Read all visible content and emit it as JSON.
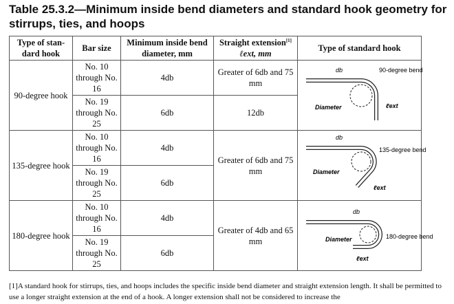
{
  "title": "Table 25.3.2—Minimum inside bend diameters and standard hook geometry for stirrups, ties, and hoops",
  "headers": {
    "col1": "Type of stan-dard hook",
    "col2": "Bar size",
    "col3": "Minimum inside bend diameter, mm",
    "col4_line1": "Straight extension",
    "col4_note": "[1]",
    "col4_line2": "ℓext, mm",
    "col5": "Type of standard hook"
  },
  "rows": [
    {
      "hook_type": "90-degree hook",
      "sub": [
        {
          "bar_size": "No. 10 through No. 16",
          "min_diameter": "4db",
          "extension": "Greater of 6db and 75 mm"
        },
        {
          "bar_size": "No. 19 through No. 25",
          "min_diameter": "6db",
          "extension": "12db"
        }
      ],
      "figure": {
        "db_label": "db",
        "angle_label": "90-degree bend",
        "diameter_label": "Diameter",
        "lext_label": "ℓext"
      }
    },
    {
      "hook_type": "135-degree hook",
      "sub": [
        {
          "bar_size": "No. 10 through No. 16",
          "min_diameter": "4db"
        },
        {
          "bar_size": "No. 19 through No. 25",
          "min_diameter": "6db"
        }
      ],
      "extension": "Greater of 6db and 75 mm",
      "figure": {
        "db_label": "db",
        "angle_label": "135-degree bend",
        "diameter_label": "Diameter",
        "lext_label": "ℓext"
      }
    },
    {
      "hook_type": "180-degree hook",
      "sub": [
        {
          "bar_size": "No. 10 through No. 16",
          "min_diameter": "4db"
        },
        {
          "bar_size": "No. 19 through No. 25",
          "min_diameter": "6db"
        }
      ],
      "extension": "Greater of 4db and 65 mm",
      "figure": {
        "db_label": "db",
        "angle_label": "180-degree bend",
        "diameter_label": "Diameter",
        "lext_label": "ℓext"
      }
    }
  ],
  "footnote": "[1]A standard hook for stirrups, ties, and hoops includes the specific inside bend diameter and straight extension length. It shall be permitted to use a longer straight extension at the end of a hook. A longer extension shall not be considered to increase the"
}
